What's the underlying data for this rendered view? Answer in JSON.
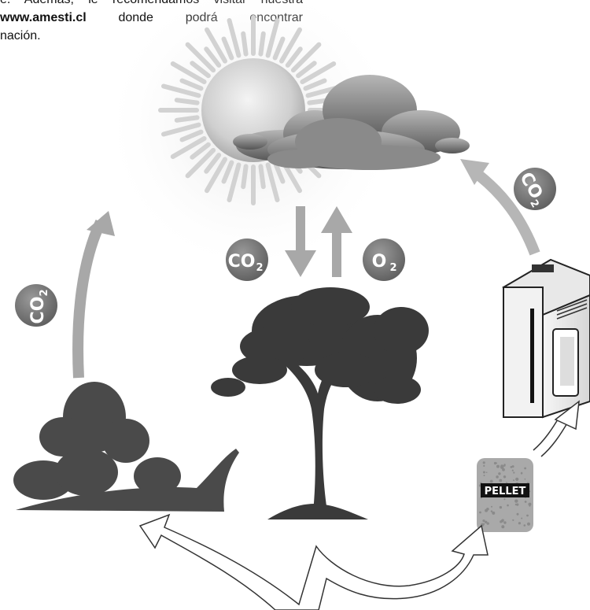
{
  "intro_text": {
    "line1": "e. Además, le recomendamos visitar nuestra",
    "line2_website": "www.amesti.cl",
    "line2_rest": " donde podrá encontrar",
    "line3": "nación."
  },
  "labels": {
    "co2": "CO",
    "co2_subscript": "2",
    "o2": "O",
    "o2_subscript": "2",
    "pellet_bag": "PELLET"
  },
  "colors": {
    "arrow_gray": "#a8a8a8",
    "tree_dark": "#3a3a3a",
    "sun": "#d8d8d8",
    "cloud": "#9a9a9a",
    "badge": "#7a7a7a"
  }
}
